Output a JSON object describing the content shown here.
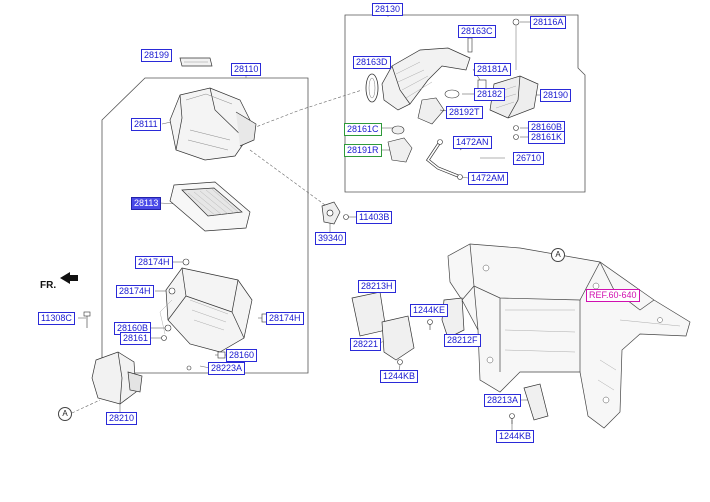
{
  "labels": {
    "p28130": "28130",
    "p28116A": "28116A",
    "p28163C": "28163C",
    "p28163D": "28163D",
    "p28181A": "28181A",
    "p28182": "28182",
    "p28190": "28190",
    "p28192T": "28192T",
    "p28161C": "28161C",
    "p28160B": "28160B",
    "p28161K": "28161K",
    "p28191R": "28191R",
    "p1472AN": "1472AN",
    "p26710": "26710",
    "p1472AM": "1472AM",
    "p28199": "28199",
    "p28110": "28110",
    "p28111": "28111",
    "p28113": "28113",
    "p11403B": "11403B",
    "p39340": "39340",
    "p28174H_a": "28174H",
    "p28174H_b": "28174H",
    "p28174H_c": "28174H",
    "p11308C": "11308C",
    "p28160B_low": "28160B",
    "p28161": "28161",
    "p28160": "28160",
    "p28223A": "28223A",
    "p28210": "28210",
    "p28213H": "28213H",
    "p1244KE": "1244KE",
    "p28221": "28221",
    "p28212F": "28212F",
    "p1244KB_a": "1244KB",
    "refLabel": "REF.60-640",
    "p28213A": "28213A",
    "p1244KB_b": "1244KB"
  },
  "markers": {
    "circleA_1": "A",
    "circleA_2": "A"
  },
  "direction": {
    "front": "FR."
  }
}
